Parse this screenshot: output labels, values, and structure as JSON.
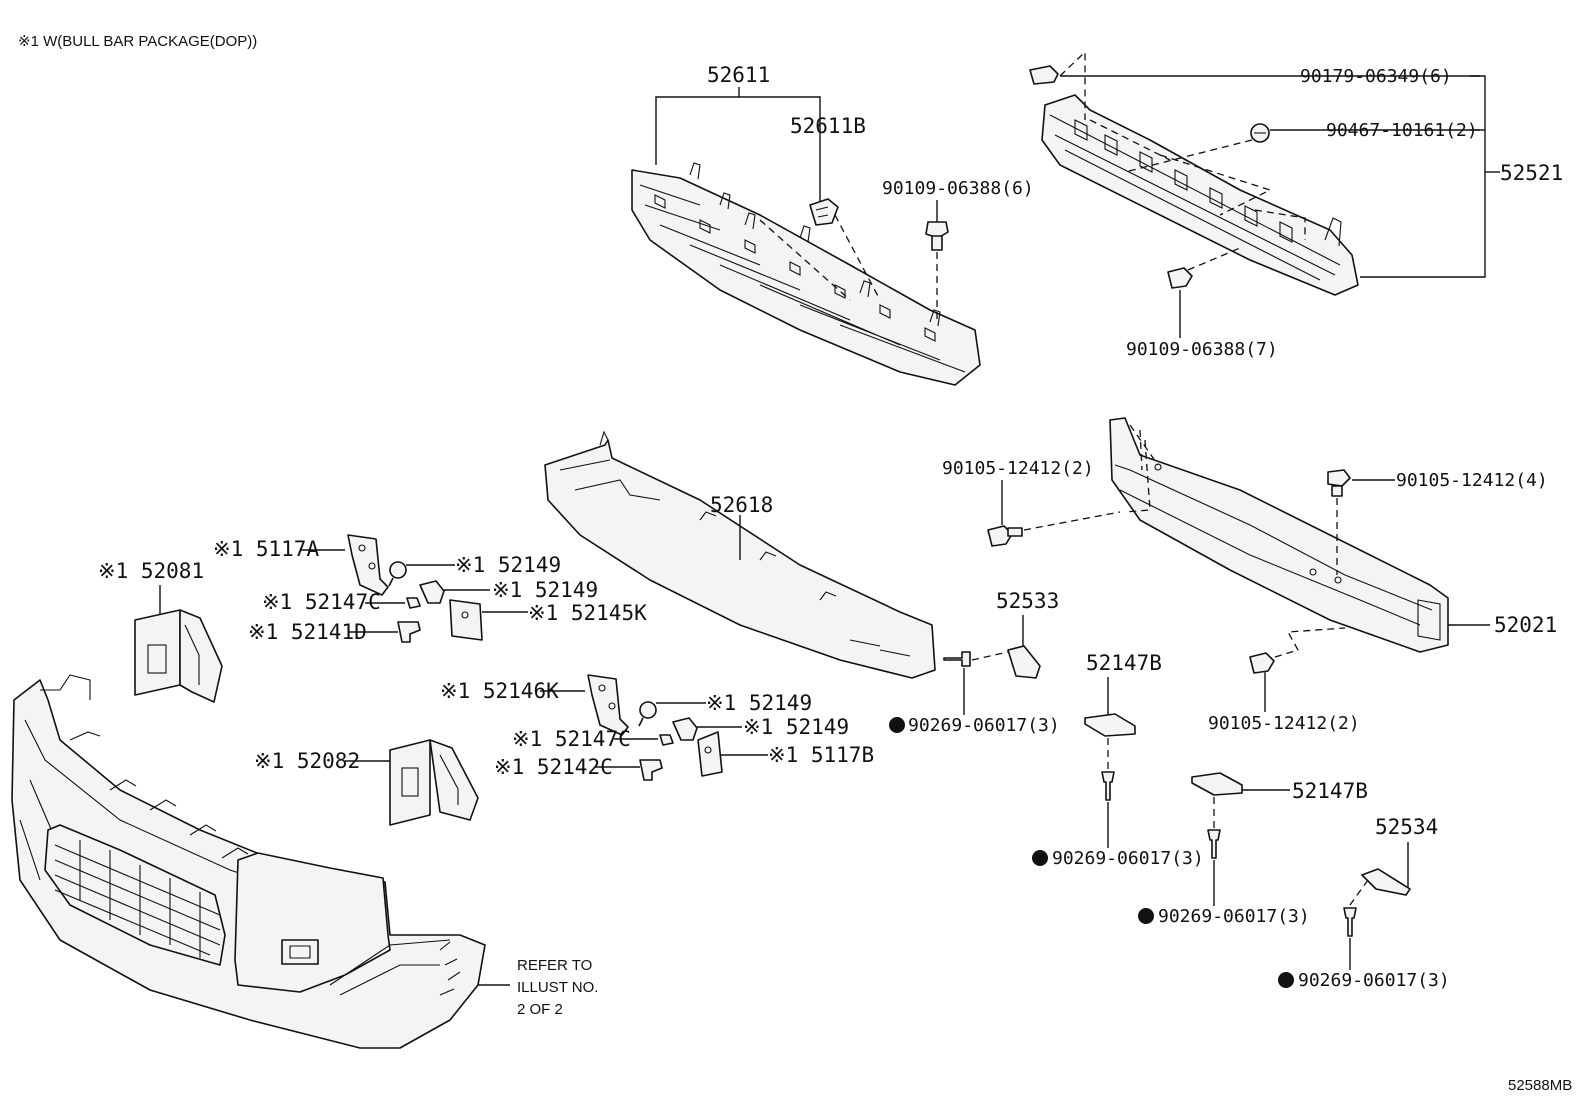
{
  "header_note": "※1 W(BULL BAR PACKAGE(DOP))",
  "diagram_id": "52588MB",
  "refer_note": [
    "REFER TO",
    "ILLUST NO.",
    "2 OF 2"
  ],
  "callouts": {
    "p52611": "52611",
    "p52611b": "52611B",
    "p90109_06388_6": "90109-06388(6)",
    "p90179_06349_6": "90179-06349(6)",
    "p90467_10161_2": "90467-10161(2)",
    "p52521": "52521",
    "p90109_06388_7": "90109-06388(7)",
    "p52618": "52618",
    "p90105_12412_2_top": "90105-12412(2)",
    "p90105_12412_4": "90105-12412(4)",
    "p52021": "52021",
    "p90105_12412_2_bot": "90105-12412(2)",
    "p52533": "52533",
    "p90269_06017_a": "90269-06017(3)",
    "p52147b_a": "52147B",
    "p90269_06017_b": "90269-06017(3)",
    "p52147b_b": "52147B",
    "p90269_06017_c": "90269-06017(3)",
    "p52534": "52534",
    "p90269_06017_d": "90269-06017(3)",
    "p52081": "※1 52081",
    "p5117a": "※1 5117A",
    "p52149_a": "※1 52149",
    "p52149_b": "※1 52149",
    "p52147c_a": "※1 52147C",
    "p52145k": "※1 52145K",
    "p52141d": "※1 52141D",
    "p52146k": "※1 52146K",
    "p52149_c": "※1 52149",
    "p52149_d": "※1 52149",
    "p52147c_b": "※1 52147C",
    "p52082": "※1 52082",
    "p52142c": "※1 52142C",
    "p5117b": "※1 5117B"
  }
}
